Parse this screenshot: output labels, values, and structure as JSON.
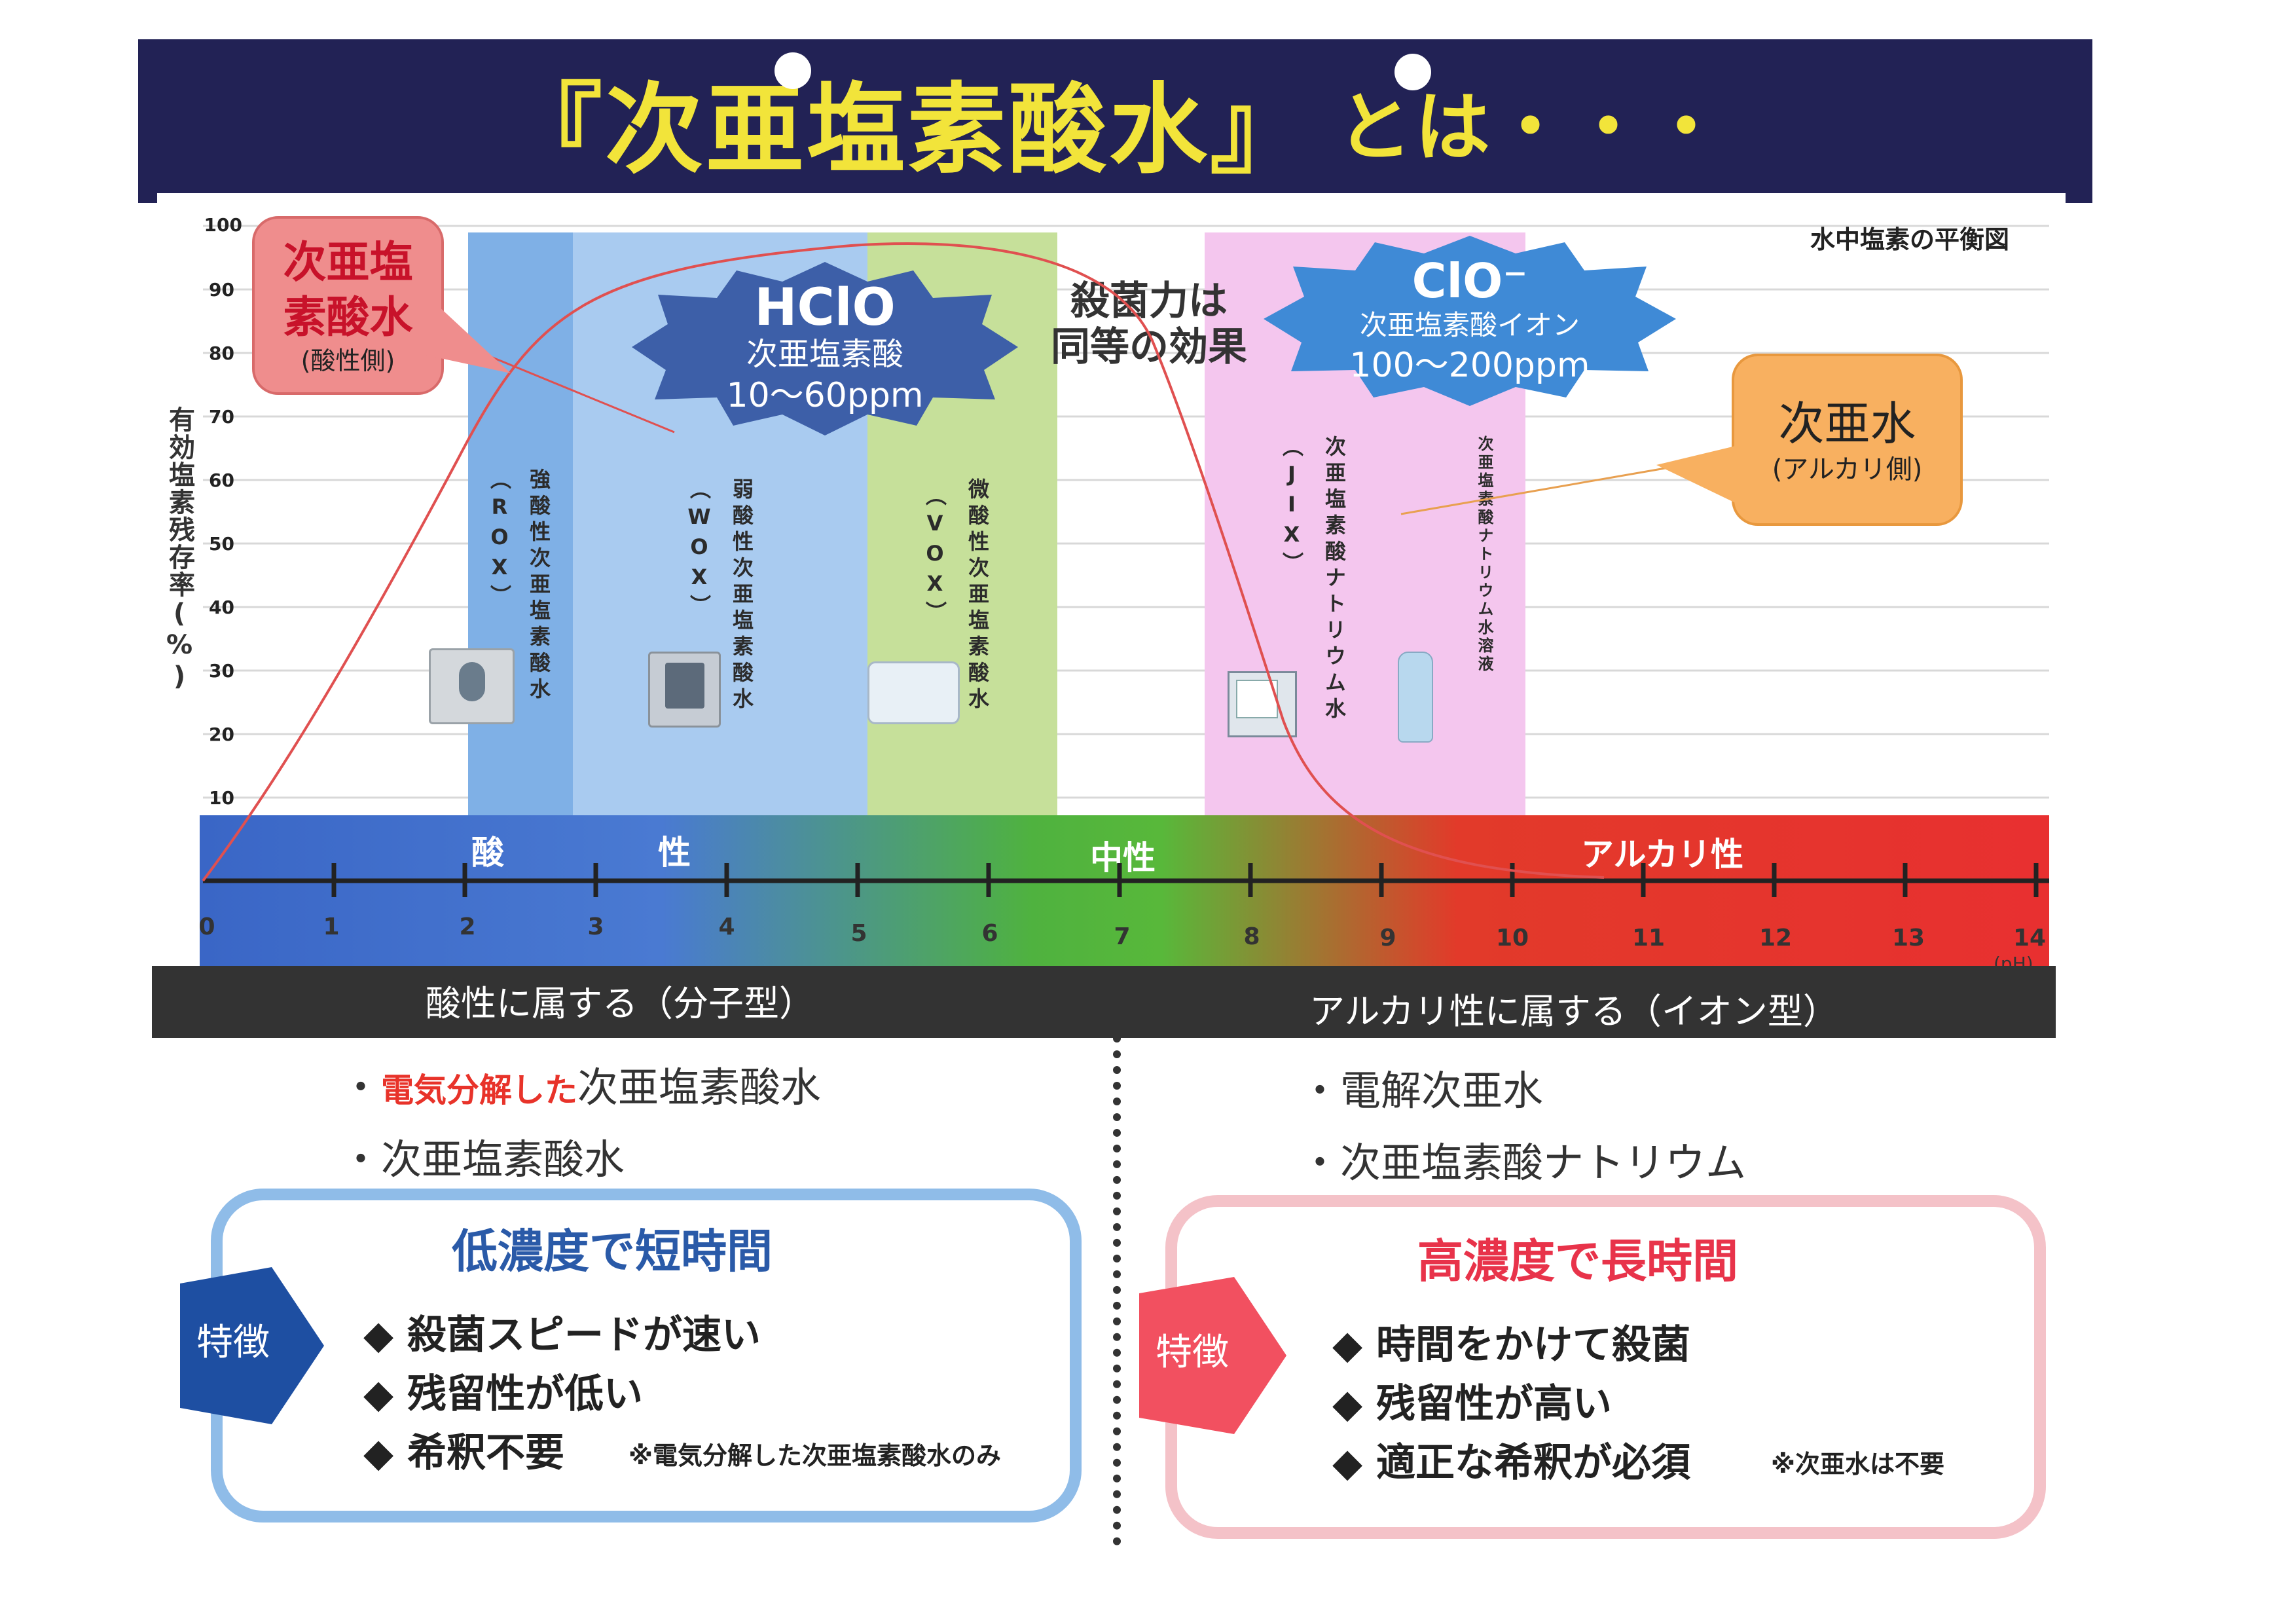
{
  "title": {
    "main": "『次亜塩素酸水』",
    "tail": "とは・・・"
  },
  "chart": {
    "corner_label": "水中塩素の平衡図",
    "y_axis_label": "有効塩素残存率(%)",
    "y_ticks": [
      "100",
      "90",
      "80",
      "70",
      "60",
      "50",
      "40",
      "30",
      "20",
      "10"
    ],
    "x_ticks": [
      "0",
      "1",
      "2",
      "3",
      "4",
      "5",
      "6",
      "7",
      "8",
      "9",
      "10",
      "11",
      "12",
      "13",
      "14"
    ],
    "x_unit": "(pH)",
    "band_labels": {
      "acid1": "酸",
      "acid2": "性",
      "neutral": "中性",
      "alkali": "アルカリ性"
    },
    "zones": [
      {
        "text": "強酸性次亜塩素酸水",
        "sub": "（ROX）"
      },
      {
        "text": "弱酸性次亜塩素酸水",
        "sub": "（WOX）"
      },
      {
        "text": "微酸性次亜塩素酸水",
        "sub": "（VOX）"
      },
      {
        "text": "次亜塩素酸ナトリウム水",
        "sub": "（JIX）"
      },
      {
        "text": "次亜塩素酸ナトリウム水溶液",
        "sub": ""
      }
    ],
    "hclo": {
      "formula": "HClO",
      "name": "次亜塩素酸",
      "ppm": "10〜60ppm"
    },
    "clo": {
      "formula": "ClO⁻",
      "name": "次亜塩素酸イオン",
      "ppm": "100〜200ppm"
    },
    "center_note": [
      "殺菌力は",
      "同等の効果"
    ],
    "bubble_left": {
      "line1": "次亜塩",
      "line2": "素酸水",
      "sub": "(酸性側)"
    },
    "bubble_right": {
      "line1": "次亜水",
      "sub": "(アルカリ側)"
    },
    "colors": {
      "acid": "#3b6bc8",
      "neutral": "#3aa83a",
      "alkali": "#e83030",
      "curve": "#e05050"
    }
  },
  "category_bar": {
    "left": "酸性に属する（分子型）",
    "right": "アルカリ性に属する（イオン型）"
  },
  "left_list": {
    "item1_red": "電気分解した",
    "item1_rest": "次亜塩素酸水",
    "item2": "次亜塩素酸水"
  },
  "right_list": {
    "item1": "電解次亜水",
    "item2": "次亜塩素酸ナトリウム"
  },
  "left_box": {
    "heading": "低濃度で短時間",
    "badge": "特徴",
    "items": [
      "殺菌スピードが速い",
      "残留性が低い",
      "希釈不要"
    ],
    "note": "※電気分解した次亜塩素酸水のみ"
  },
  "right_box": {
    "heading": "高濃度で長時間",
    "badge": "特徴",
    "items": [
      "時間をかけて殺菌",
      "残留性が高い",
      "適正な希釈が必須"
    ],
    "note": "※次亜水は不要"
  },
  "icons": {
    "bullet": "◆"
  }
}
